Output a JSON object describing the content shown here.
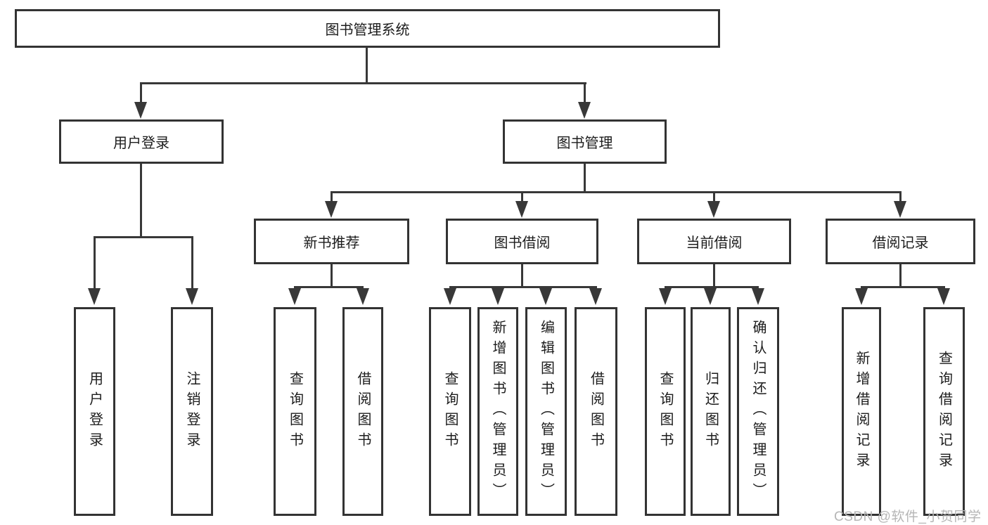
{
  "diagram_title": "图书管理系统",
  "watermark": "CSDN @软件_小贺同学",
  "colors": {
    "background": "#ffffff",
    "box_border": "#333333",
    "connector": "#383838",
    "text": "#1c1c1c",
    "watermark": "#b6b6b6"
  },
  "nodes": {
    "root": {
      "label": "图书管理系统"
    },
    "user_login": {
      "label": "用户登录"
    },
    "book_mgmt": {
      "label": "图书管理"
    },
    "new_book_rec": {
      "label": "新书推荐"
    },
    "book_borrow": {
      "label": "图书借阅"
    },
    "current_borrow": {
      "label": "当前借阅"
    },
    "borrow_records": {
      "label": "借阅记录"
    },
    "user_login_leaf": {
      "label": "用户登录"
    },
    "logout_leaf": {
      "label": "注销登录"
    },
    "nb_query_books": {
      "label": "查询图书"
    },
    "nb_borrow_books": {
      "label": "借阅图书"
    },
    "bb_query_books": {
      "label": "查询图书"
    },
    "bb_add_books": {
      "label": "新增图书（管理员）"
    },
    "bb_edit_books": {
      "label": "编辑图书（管理员）"
    },
    "bb_borrow_books": {
      "label": "借阅图书"
    },
    "cb_query_books": {
      "label": "查询图书"
    },
    "cb_return_books": {
      "label": "归还图书"
    },
    "cb_confirm_return": {
      "label": "确认归还（管理员）"
    },
    "br_add_record": {
      "label": "新增借阅记录"
    },
    "br_query_record": {
      "label": "查询借阅记录"
    }
  }
}
